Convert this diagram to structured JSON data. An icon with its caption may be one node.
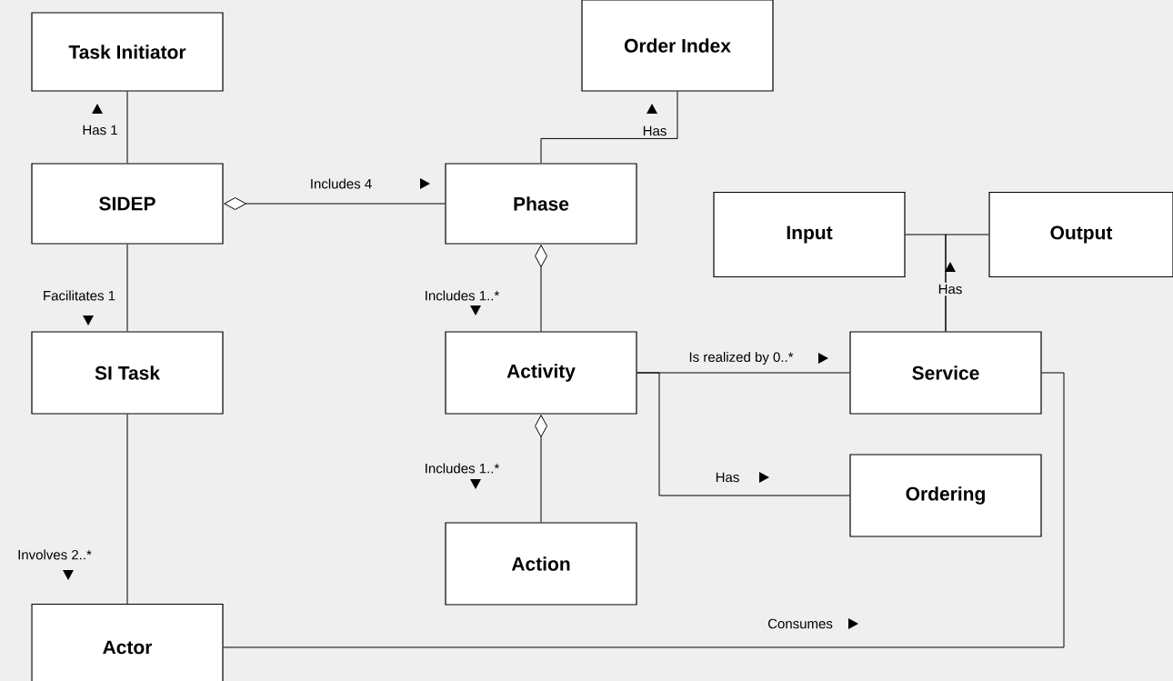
{
  "diagram": {
    "nodes": [
      {
        "text": [
          "Task Initiator"
        ]
      },
      {
        "text": [
          "Order Index"
        ]
      },
      {
        "text": [
          "SIDEP"
        ]
      },
      {
        "text": [
          "Phase"
        ]
      },
      {
        "text": [
          "Input"
        ]
      },
      {
        "text": [
          "Output"
        ]
      },
      {
        "text": [
          "SI Task"
        ]
      },
      {
        "text": [
          "Activity"
        ]
      },
      {
        "text": [
          "Service"
        ]
      },
      {
        "text": [
          "Ordering"
        ]
      },
      {
        "text": [
          "Action"
        ]
      },
      {
        "text": [
          "Actor"
        ]
      }
    ],
    "edges": [
      {
        "from": 2,
        "to": 0,
        "arrow": "none",
        "label": "Has 1"
      },
      {
        "from": 2,
        "to": 3,
        "arrow": "other",
        "label": "Includes 4"
      },
      {
        "from": 3,
        "to": 1,
        "arrow": "none",
        "label": "Has"
      },
      {
        "from": 3,
        "to": 7,
        "arrow": "other",
        "label": "Includes 1..*"
      },
      {
        "from": 2,
        "to": 6,
        "arrow": "none",
        "label": "Facilitates 1"
      },
      {
        "from": 7,
        "to": 8,
        "arrow": "none",
        "label": "Is realized by 0..*"
      },
      {
        "from": 8,
        "to": 4,
        "arrow": "none",
        "label": "Has"
      },
      {
        "from": 8,
        "to": 5,
        "arrow": "none"
      },
      {
        "from": 7,
        "to": 9,
        "arrow": "none",
        "label": "Has"
      },
      {
        "from": 7,
        "to": 10,
        "arrow": "other",
        "label": "Includes 1..*"
      },
      {
        "from": 6,
        "to": 11,
        "arrow": "none",
        "label": "Involves 2..*"
      },
      {
        "from": 11,
        "to": 8,
        "arrow": "none",
        "label": "Consumes"
      }
    ]
  }
}
